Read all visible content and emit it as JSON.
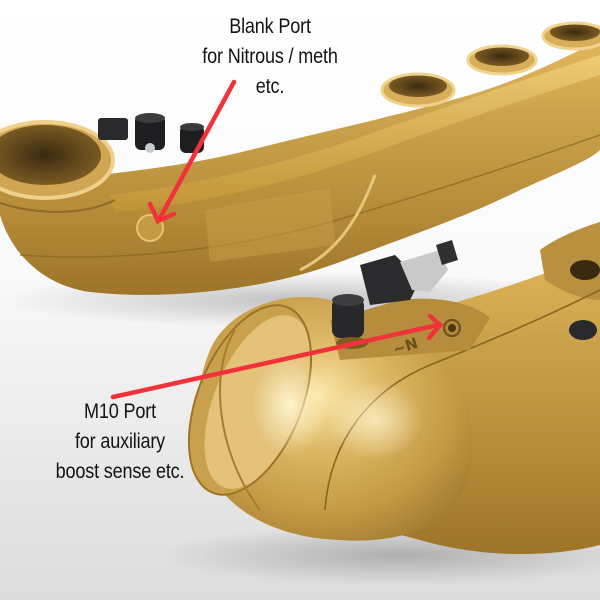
{
  "image": {
    "subject": "gold-finish intake manifolds product render with annotated ports",
    "background_color": "#f4f4f4",
    "finish_color": "#c49a3a",
    "arrow_color": "#f2323a"
  },
  "annotations": [
    {
      "id": "blank-port",
      "lines": [
        "Blank Port",
        "for Nitrous / meth",
        "etc."
      ]
    },
    {
      "id": "m10-port",
      "lines": [
        "M10 Port",
        "for auxiliary",
        "boost sense etc."
      ]
    }
  ]
}
